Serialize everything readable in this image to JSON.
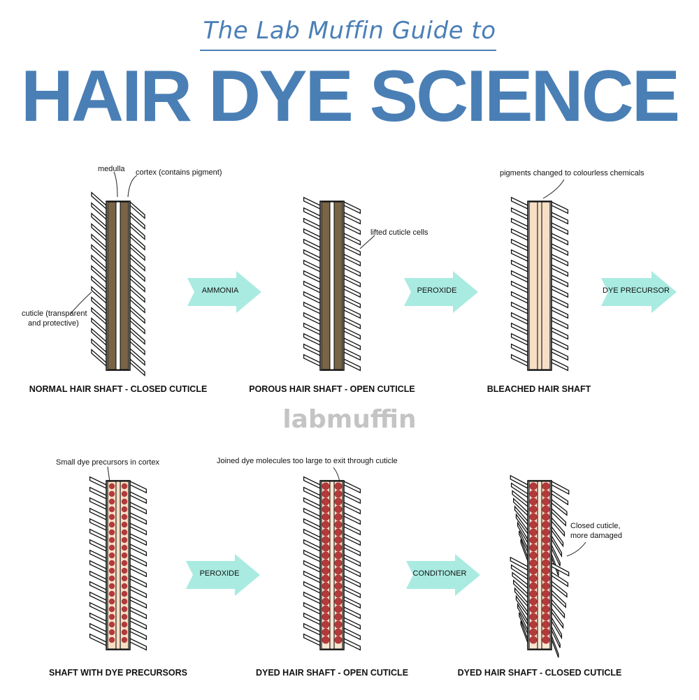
{
  "header": {
    "subtitle": "The Lab Muffin Guide to",
    "title": "HAIR DYE SCIENCE"
  },
  "watermark": "labmuffin",
  "colors": {
    "title": "#4a7fb5",
    "arrow": "#a9ebe1",
    "pigment": "#7a6446",
    "bleached": "#f7dfc6",
    "dye_dot": "#b33a3a"
  },
  "row1": {
    "shafts": [
      {
        "caption": "NORMAL HAIR SHAFT - CLOSED CUTICLE"
      },
      {
        "caption": "POROUS HAIR SHAFT - OPEN CUTICLE"
      },
      {
        "caption": "BLEACHED HAIR SHAFT"
      }
    ],
    "arrows": [
      "AMMONIA",
      "PEROXIDE",
      "DYE PRECURSOR"
    ],
    "notes": {
      "medulla": "medulla",
      "cortex": "cortex (contains pigment)",
      "cuticle_line1": "cuticle (transparent",
      "cuticle_line2": "and protective)",
      "lifted": "lifted cuticle cells",
      "pigments": "pigments changed to colourless chemicals"
    }
  },
  "row2": {
    "shafts": [
      {
        "caption": "SHAFT WITH DYE PRECURSORS"
      },
      {
        "caption": "DYED HAIR SHAFT - OPEN CUTICLE"
      },
      {
        "caption": "DYED HAIR SHAFT - CLOSED CUTICLE"
      }
    ],
    "arrows": [
      "PEROXIDE",
      "CONDITIONER"
    ],
    "notes": {
      "small_dye": "Small dye precursors in cortex",
      "joined": "Joined dye molecules too large to exit through cuticle",
      "closed_line1": "Closed cuticle,",
      "closed_line2": "more damaged"
    }
  }
}
